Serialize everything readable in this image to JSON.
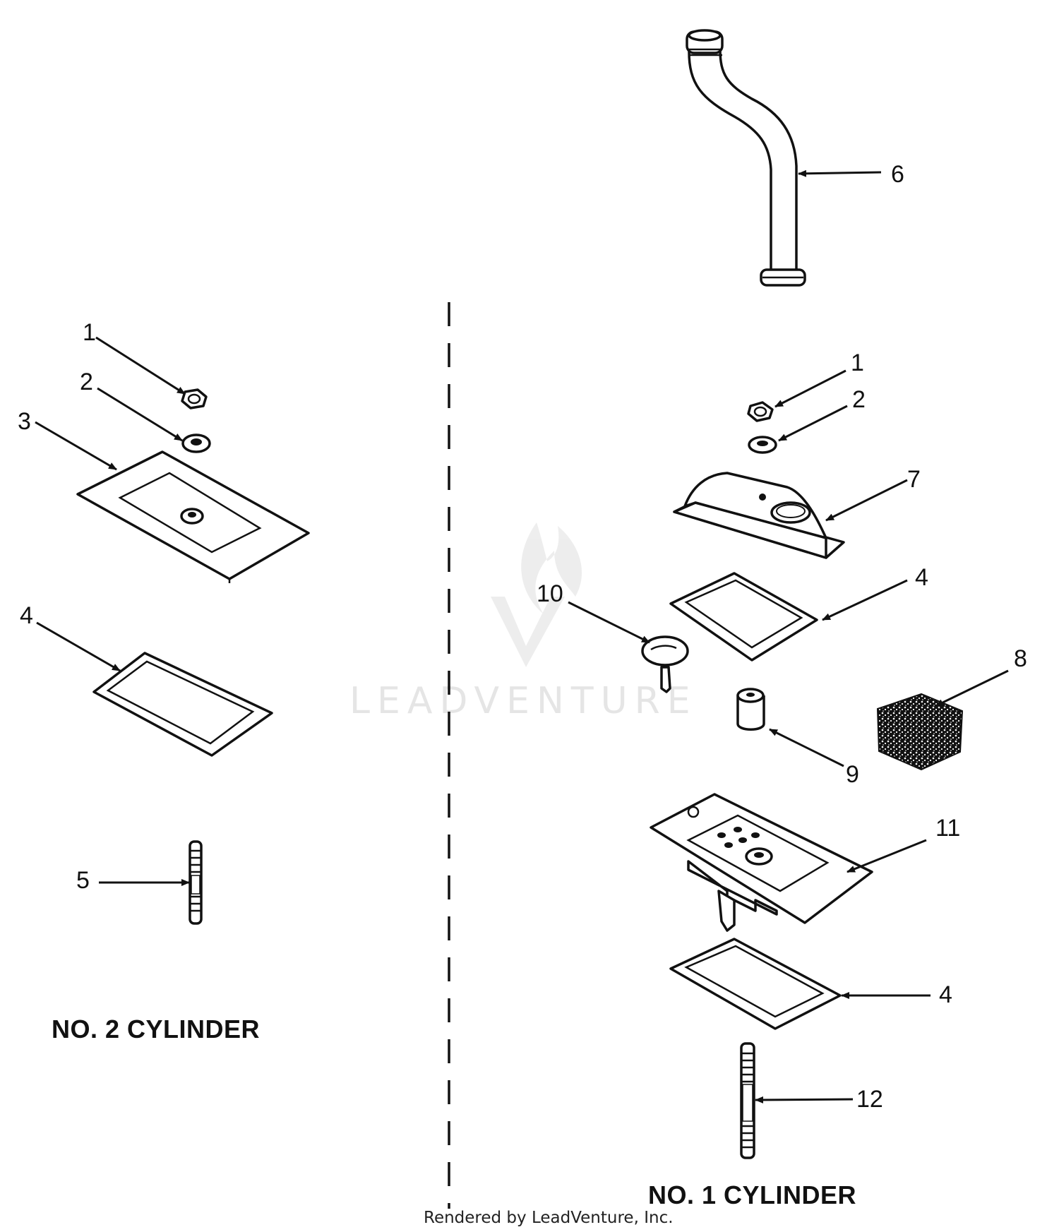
{
  "watermark": {
    "text": "LEADVENTURE"
  },
  "footer": {
    "text": "Rendered by LeadVenture, Inc."
  },
  "titles": {
    "left": "NO. 2 CYLINDER",
    "right": "NO. 1 CYLINDER"
  },
  "callouts": {
    "left_nut": "1",
    "left_washer": "2",
    "left_cover_plate": "3",
    "left_gasket": "4",
    "left_stud": "5",
    "right_tube": "6",
    "right_nut": "1",
    "right_washer": "2",
    "right_cover": "7",
    "right_gasket_upper": "4",
    "right_valve": "10",
    "right_filter": "8",
    "right_spacer": "9",
    "right_base_plate": "11",
    "right_gasket_lower": "4",
    "right_stud": "12"
  }
}
